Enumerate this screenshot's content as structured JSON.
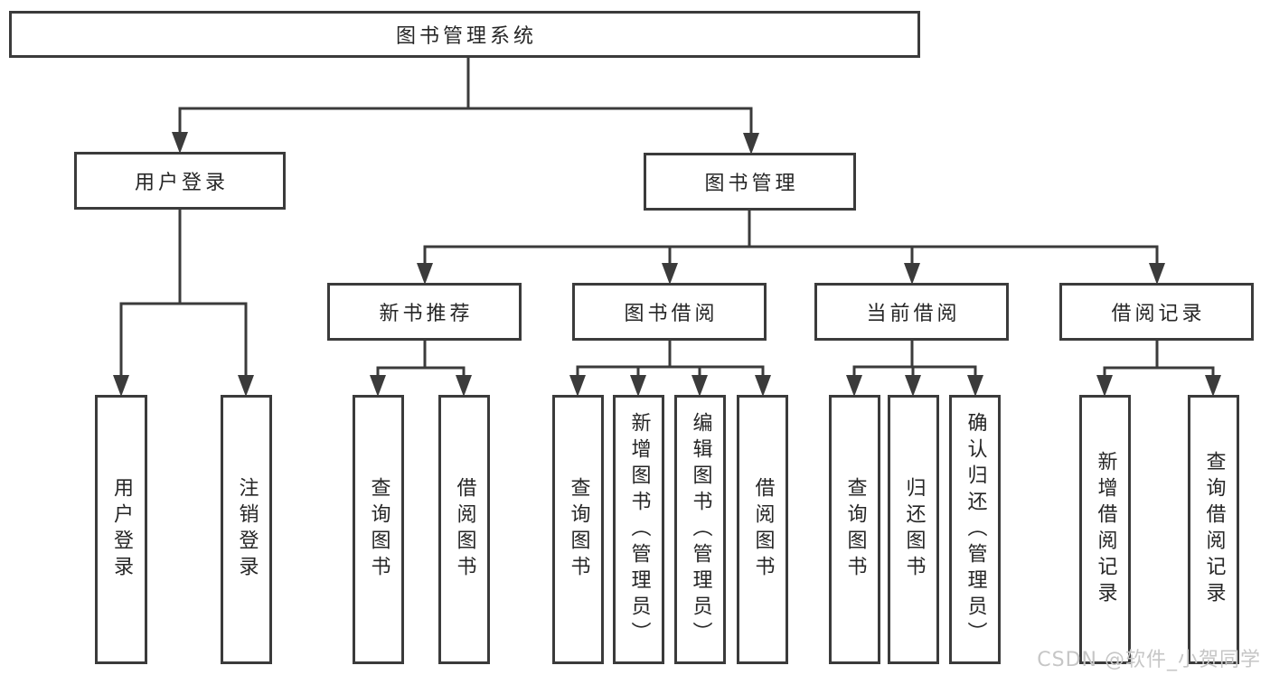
{
  "diagram": {
    "root": {
      "label": "图书管理系统",
      "children": [
        {
          "label": "用户登录",
          "children": [
            {
              "label": "用户登录"
            },
            {
              "label": "注销登录"
            }
          ]
        },
        {
          "label": "图书管理",
          "children": [
            {
              "label": "新书推荐",
              "children": [
                {
                  "label": "查询图书"
                },
                {
                  "label": "借阅图书"
                }
              ]
            },
            {
              "label": "图书借阅",
              "children": [
                {
                  "label": "查询图书"
                },
                {
                  "label": "新增图书（管理员）"
                },
                {
                  "label": "编辑图书（管理员）"
                },
                {
                  "label": "借阅图书"
                }
              ]
            },
            {
              "label": "当前借阅",
              "children": [
                {
                  "label": "查询图书"
                },
                {
                  "label": "归还图书"
                },
                {
                  "label": "确认归还（管理员）"
                }
              ]
            },
            {
              "label": "借阅记录",
              "children": [
                {
                  "label": "新增借阅记录"
                },
                {
                  "label": "查询借阅记录"
                }
              ]
            }
          ]
        }
      ]
    }
  },
  "watermark": {
    "text": "CSDN @软件_小贺同学"
  },
  "colors": {
    "line": "#3b3b3b",
    "box-border": "#3b3b3b",
    "text": "#262626",
    "watermark": "#c6c6c6",
    "bg": "#ffffff"
  }
}
